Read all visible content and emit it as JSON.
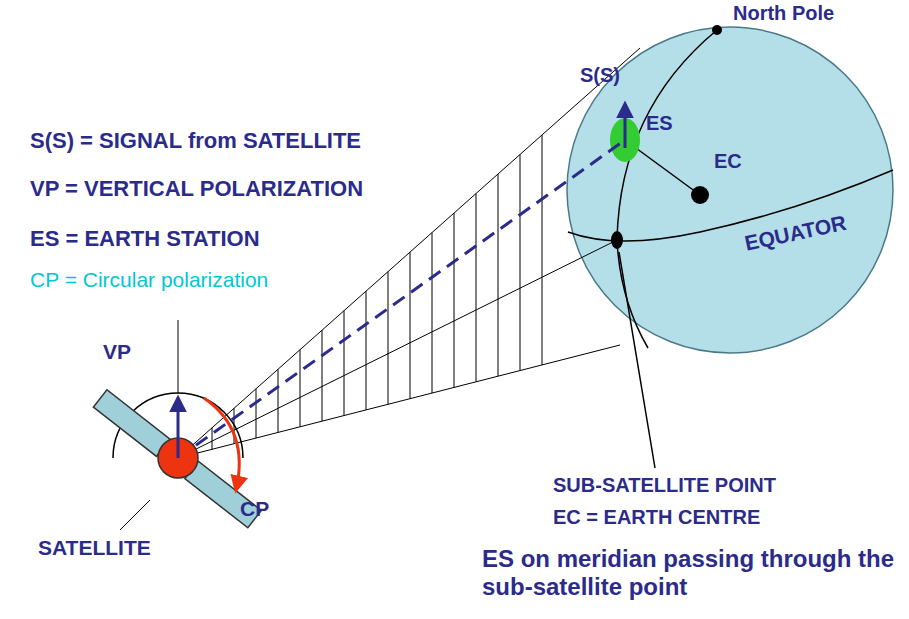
{
  "diagram": {
    "labels": [
      "S(S) = SIGNAL from SATELLITE",
      "VP = VERTICAL POLARIZATION",
      "ES = EARTH STATION",
      "CP = Circular polarization",
      "VP",
      "CP",
      "SATELLITE",
      "North Pole",
      "S(S)",
      "ES",
      "EC",
      "EQUATOR",
      "SUB-SATELLITE POINT",
      "EC = EARTH CENTRE",
      "ES on meridian passing through the sub-satellite point"
    ]
  }
}
